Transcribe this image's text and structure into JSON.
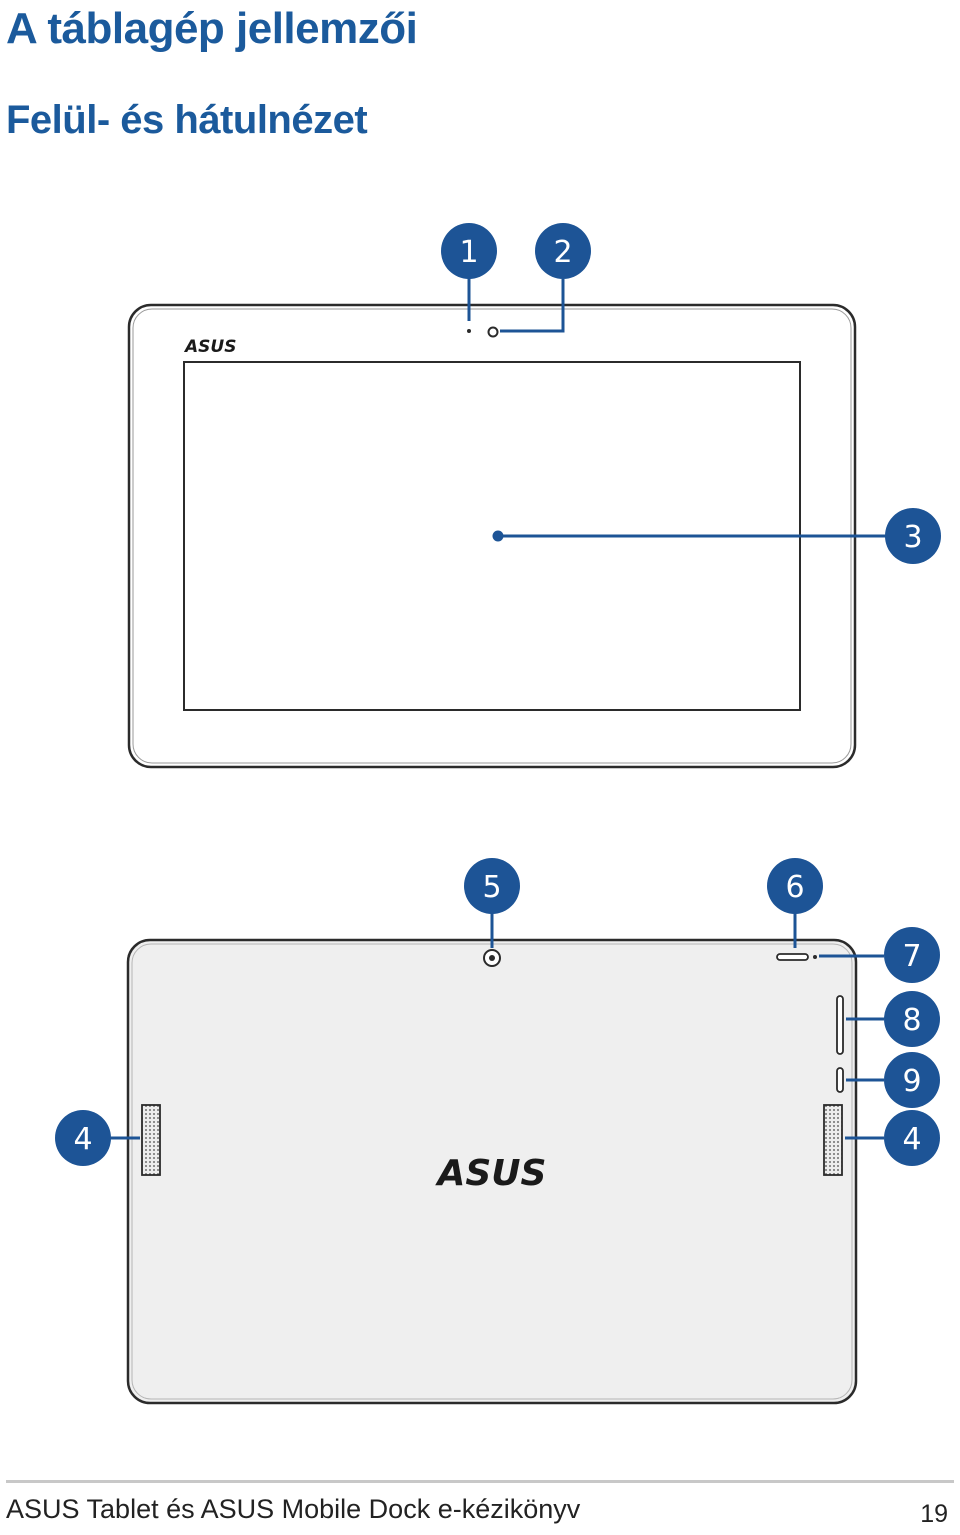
{
  "page": {
    "title": "A táblagép jellemzői",
    "section_title": "Felül- és hátulnézet"
  },
  "front_view": {
    "logo": "ASUS",
    "callouts": [
      "1",
      "2",
      "3"
    ]
  },
  "back_view": {
    "logo": "ASUS",
    "callouts": [
      "5",
      "6",
      "7",
      "8",
      "9",
      "4",
      "4"
    ]
  },
  "footer": {
    "text": "ASUS Tablet és ASUS Mobile Dock e-kézikönyv",
    "page_number": "19"
  },
  "colors": {
    "heading": "#1b5a9c",
    "callout": "#1d5496",
    "back_panel": "#efefef"
  }
}
